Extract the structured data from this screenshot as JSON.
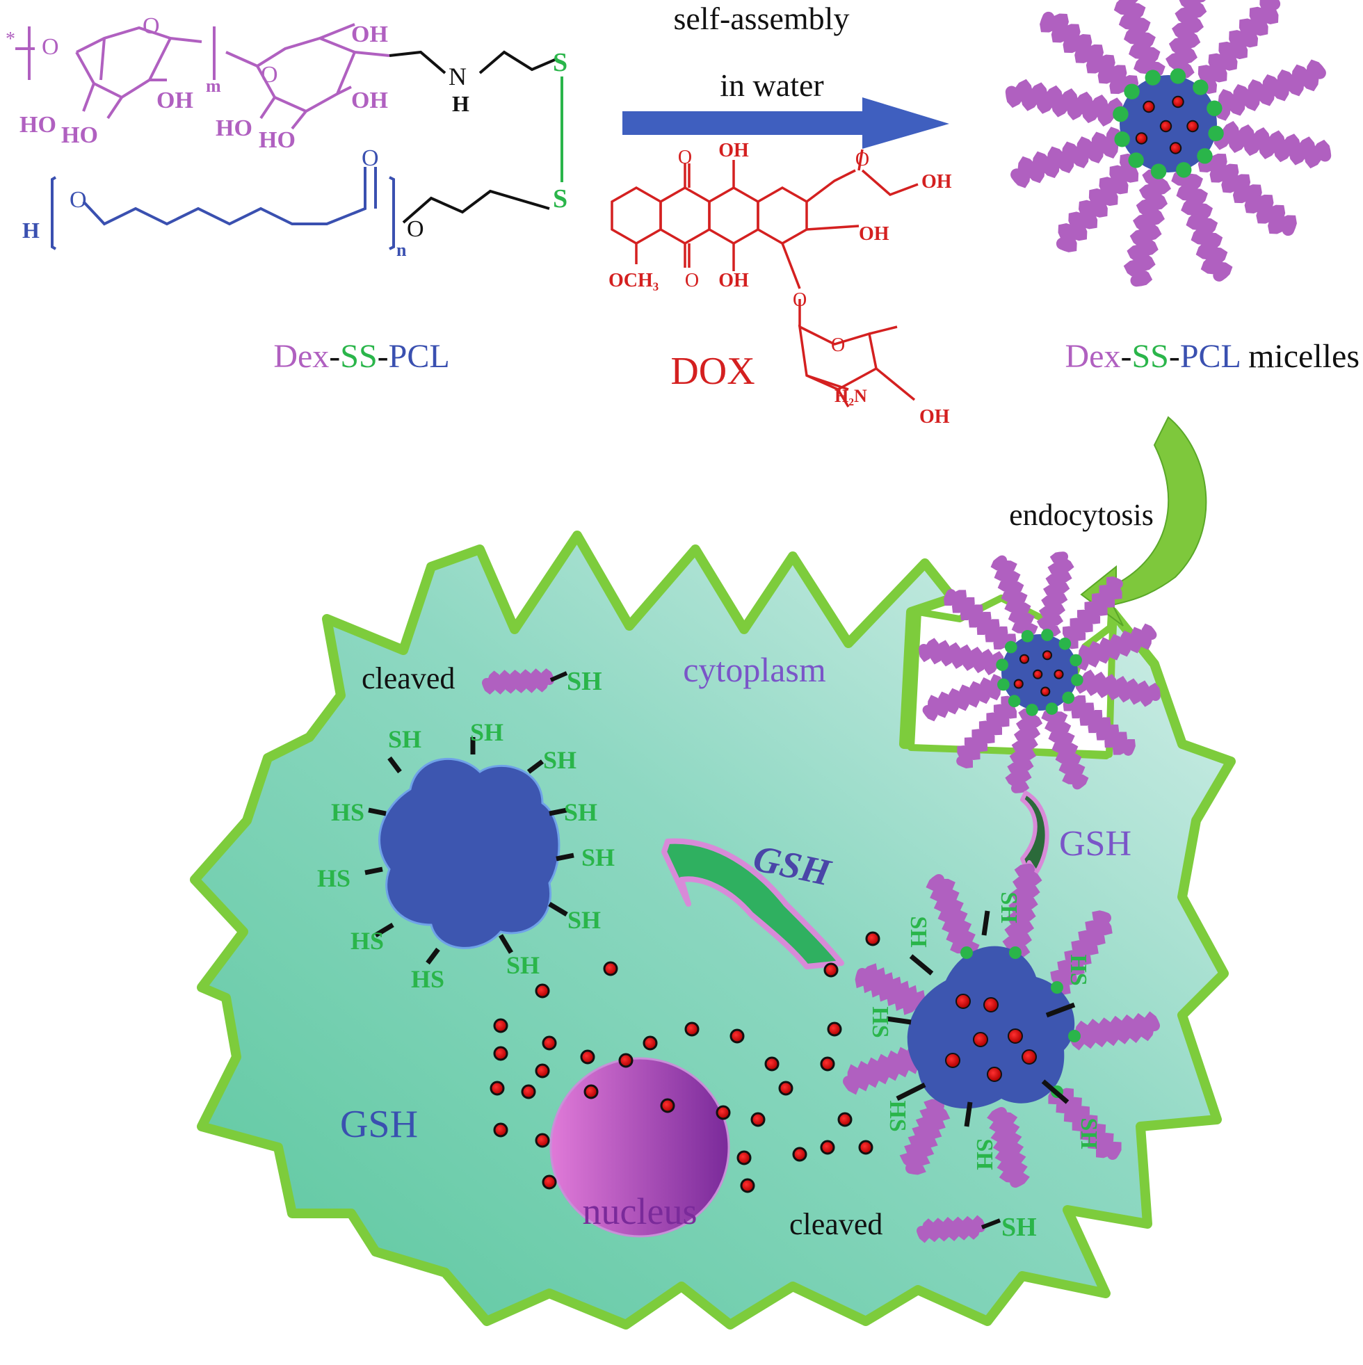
{
  "colors": {
    "dex": "#b060c0",
    "ss": "#2ab54a",
    "pcl": "#3a50b0",
    "dox": "#d42020",
    "black": "#111111",
    "arrow": "#3f5fbf",
    "cell_fill": "#6ccfae",
    "cell_border": "#7dcc3c",
    "core": "#3d56b0",
    "nucleus": "#b04ab0"
  },
  "scheme": {
    "arrow_top_label": "self-assembly",
    "arrow_bottom_label": "in water",
    "polymer_label": {
      "dex": "Dex",
      "dash1": "-",
      "ss": "SS",
      "dash2": "-",
      "pcl": "PCL"
    },
    "drug_label": "DOX",
    "micelle_label": {
      "dex": "Dex",
      "dash1": "-",
      "ss": "SS",
      "dash2": "-",
      "pcl": "PCL",
      "suffix": " micelles"
    }
  },
  "structure_text": {
    "star": "*",
    "o": "O",
    "m": "m",
    "n": "n",
    "oh": "OH",
    "ho": "HO",
    "n_atom": "N",
    "h": "H",
    "s": "S",
    "och3": "OCH₃",
    "h2n": "H₂N"
  },
  "cell": {
    "endocytosis_label": "endocytosis",
    "cytoplasm_label": "cytoplasm",
    "gsh_bottom": "GSH",
    "gsh_center": "GSH",
    "gsh_right": "GSH",
    "nucleus_label": "nucleus",
    "cleaved_top": "cleaved",
    "cleaved_bottom": "cleaved",
    "sh": "SH",
    "hs": "HS"
  }
}
